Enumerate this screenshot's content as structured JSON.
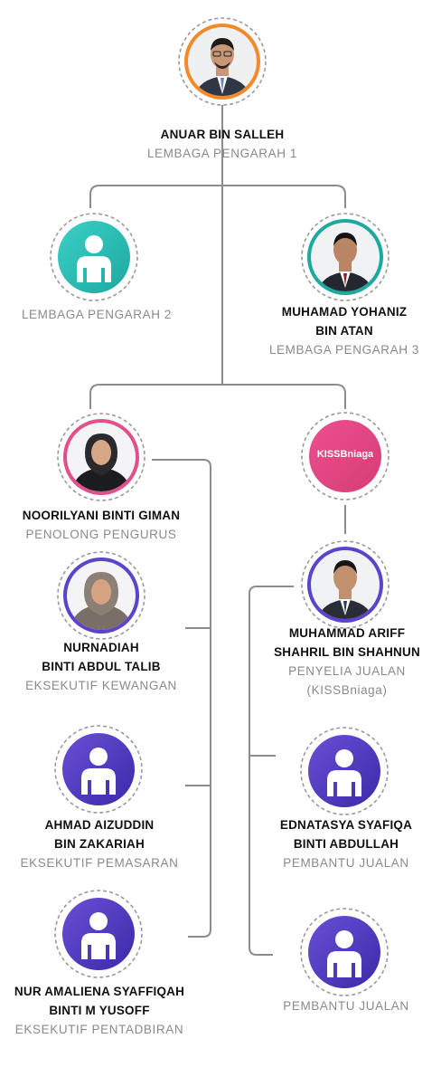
{
  "colors": {
    "connector": "#8c8c8c",
    "dashed_ring": "#9a9a9a",
    "placeholder_gradient": [
      "#6a4fd6",
      "#3a2aa8"
    ],
    "teal_gradient": [
      "#3ad0c7",
      "#1ea89f"
    ],
    "brand_gradient": [
      "#ec4f8d",
      "#d63d77"
    ],
    "name_text": "#111111",
    "role_text": "#8a8a8a"
  },
  "chart": {
    "root": {
      "name": "ANUAR BIN SALLEH",
      "role": "LEMBAGA PENGARAH 1",
      "avatar": "photo-man-glasses-icon"
    },
    "board": [
      {
        "name": "",
        "role": "LEMBAGA PENGARAH 2",
        "avatar": "person-placeholder-icon"
      },
      {
        "name": "MUHAMAD YOHANIZ BIN ATAN",
        "name_lines": [
          "MUHAMAD YOHANIZ",
          "BIN ATAN"
        ],
        "role": "LEMBAGA PENGARAH 3",
        "avatar": "photo-man-icon"
      }
    ],
    "left_branch": {
      "head": {
        "name": "NOORILYANI BINTI GIMAN",
        "role": "PENOLONG PENGURUS",
        "avatar": "photo-woman-hijab-icon"
      },
      "members": [
        {
          "name_lines": [
            "NURNADIAH",
            "BINTI ABDUL TALIB"
          ],
          "role": "EKSEKUTIF KEWANGAN",
          "avatar": "photo-woman-hijab-icon"
        },
        {
          "name_lines": [
            "AHMAD AIZUDDIN",
            "BIN ZAKARIAH"
          ],
          "role": "EKSEKUTIF PEMASARAN",
          "avatar": "person-placeholder-icon"
        },
        {
          "name_lines": [
            "NUR AMALIENA SYAFFIQAH",
            "BINTI M YUSOFF"
          ],
          "role": "EKSEKUTIF PENTADBIRAN",
          "avatar": "person-placeholder-icon"
        }
      ]
    },
    "right_branch": {
      "brand": {
        "text": "KISSBniaga"
      },
      "head": {
        "name_lines": [
          "MUHAMMAD ARIFF",
          "SHAHRIL BIN SHAHNUN"
        ],
        "role_lines": [
          "PENYELIA JUALAN",
          "(KISSBniaga)"
        ],
        "avatar": "photo-man-icon"
      },
      "members": [
        {
          "name_lines": [
            "EDNATASYA SYAFIQA",
            "BINTI ABDULLAH"
          ],
          "role": "PEMBANTU JUALAN",
          "avatar": "person-placeholder-icon"
        },
        {
          "name_lines": [],
          "role": "PEMBANTU JUALAN",
          "avatar": "person-placeholder-icon"
        }
      ]
    }
  }
}
